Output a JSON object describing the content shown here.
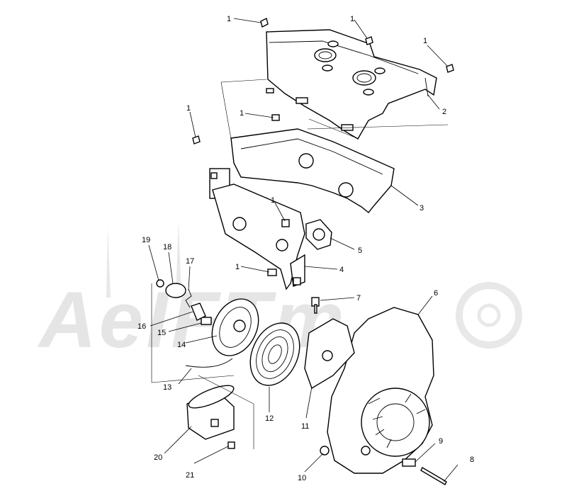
{
  "watermark": {
    "text": "AeIFTm"
  },
  "callouts": {
    "c1a": "1",
    "c1b": "1",
    "c1c": "1",
    "c1d": "1",
    "c1e": "1",
    "c1f": "1",
    "c1g": "1",
    "c2": "2",
    "c3": "3",
    "c4": "4",
    "c5": "5",
    "c6": "6",
    "c7": "7",
    "c8": "8",
    "c9": "9",
    "c10": "10",
    "c11": "11",
    "c12": "12",
    "c13": "13",
    "c14": "14",
    "c15": "15",
    "c16": "16",
    "c17": "17",
    "c18": "18",
    "c19": "19",
    "c20": "20",
    "c21": "21"
  }
}
